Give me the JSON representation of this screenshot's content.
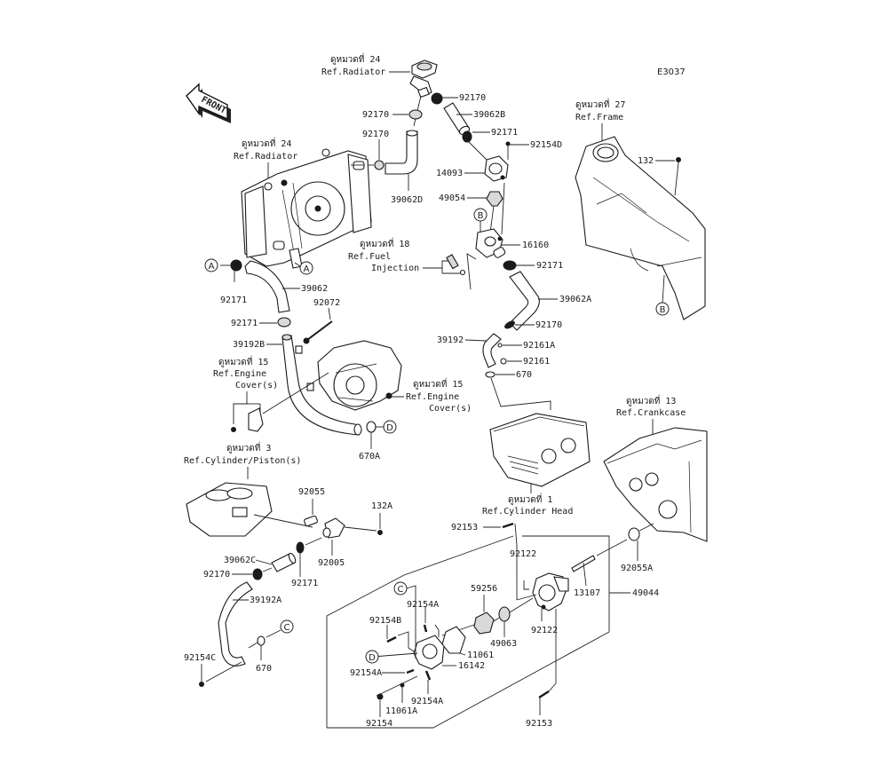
{
  "diagram": {
    "code": "E3037",
    "front_label": "FRONT",
    "refs": {
      "radiator_top": [
        "ดูหมวดที่ 24",
        "Ref.Radiator"
      ],
      "radiator_left": [
        "ดูหมวดที่ 24",
        "Ref.Radiator"
      ],
      "frame": [
        "ดูหมวดที่ 27",
        "Ref.Frame"
      ],
      "fuel_injection": [
        "ดูหมวดที่ 18",
        "Ref.Fuel",
        "Injection"
      ],
      "engine_cover_left": [
        "ดูหมวดที่ 15",
        "Ref.Engine",
        "Cover(s)"
      ],
      "engine_cover_right": [
        "ดูหมวดที่ 15",
        "Ref.Engine",
        "Cover(s)"
      ],
      "crankcase": [
        "ดูหมวดที่ 13",
        "Ref.Crankcase"
      ],
      "cylinder_piston": [
        "ดูหมวดที่ 3",
        "Ref.Cylinder/Piston(s)"
      ],
      "cylinder_head": [
        "ดูหมวดที่ 1",
        "Ref.Cylinder Head"
      ]
    },
    "callouts": [
      "A",
      "A",
      "B",
      "B",
      "C",
      "C",
      "D",
      "D"
    ],
    "parts": {
      "p92170_a": "92170",
      "p92170_b": "92170",
      "p92170_c": "92170",
      "p39062B": "39062B",
      "p92171_a": "92171",
      "p92154D": "92154D",
      "p14093": "14093",
      "p39062D": "39062D",
      "p49054": "49054",
      "p16160": "16160",
      "p92171_b": "92171",
      "p39062A": "39062A",
      "p92170_d": "92170",
      "p39192": "39192",
      "p92161A": "92161A",
      "p92161": "92161",
      "p670_a": "670",
      "p132": "132",
      "p92171_c": "92171",
      "p39062": "39062",
      "p92171_d": "92171",
      "p92072": "92072",
      "p39192B": "39192B",
      "p670A": "670A",
      "p92055": "92055",
      "p132A": "132A",
      "p92005": "92005",
      "p39062C": "39062C",
      "p92171_e": "92171",
      "p92170_e": "92170",
      "p39192A": "39192A",
      "p670_b": "670",
      "p92154C": "92154C",
      "p92153_a": "92153",
      "p92122_a": "92122",
      "p92055A": "92055A",
      "p13107": "13107",
      "p49044": "49044",
      "p59256": "59256",
      "p49063": "49063",
      "p92122_b": "92122",
      "p11061": "11061",
      "p92154A_a": "92154A",
      "p92154B": "92154B",
      "p16142": "16142",
      "p92154A_b": "92154A",
      "p92154A_c": "92154A",
      "p11061A": "11061A",
      "p92154": "92154",
      "p92153_b": "92153"
    }
  }
}
